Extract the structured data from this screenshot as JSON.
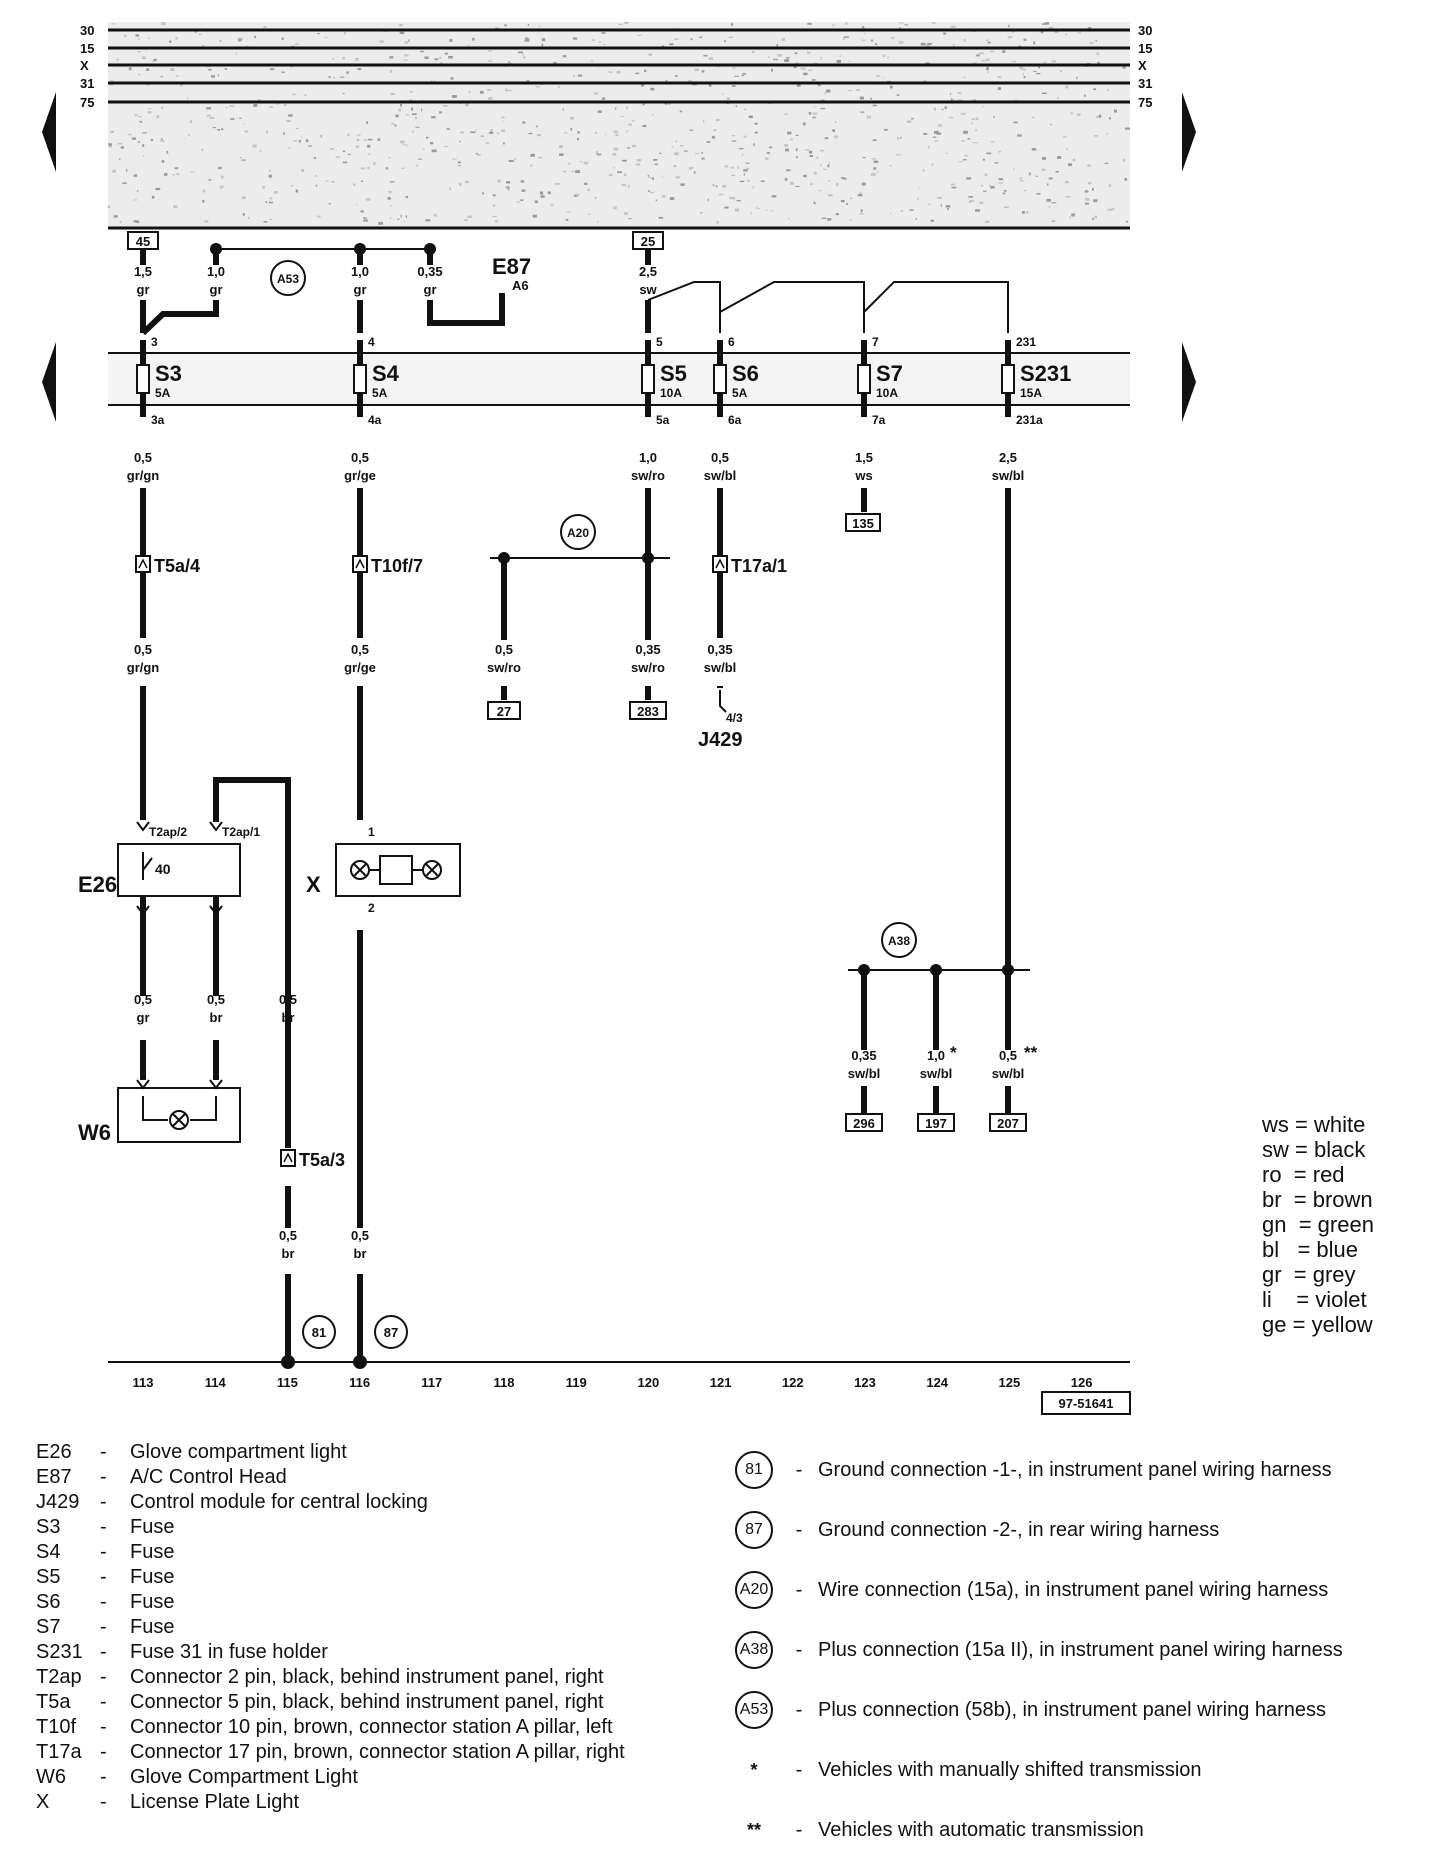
{
  "bus": {
    "left_labels": [
      "30",
      "15",
      "X",
      "31",
      "75"
    ],
    "right_labels": [
      "30",
      "15",
      "X",
      "31",
      "75"
    ]
  },
  "top_refs": [
    "45",
    "25"
  ],
  "fuses": [
    {
      "name": "S3",
      "amp": "5A",
      "in": "3",
      "out": "3a"
    },
    {
      "name": "S4",
      "amp": "5A",
      "in": "4",
      "out": "4a"
    },
    {
      "name": "S5",
      "amp": "10A",
      "in": "5",
      "out": "5a"
    },
    {
      "name": "S6",
      "amp": "5A",
      "in": "6",
      "out": "6a"
    },
    {
      "name": "S7",
      "amp": "10A",
      "in": "7",
      "out": "7a"
    },
    {
      "name": "S231",
      "amp": "15A",
      "in": "231",
      "out": "231a"
    }
  ],
  "top_wires": [
    {
      "size": "1,5",
      "color": "gr"
    },
    {
      "size": "1,0",
      "color": "gr"
    },
    {
      "size": "1,0",
      "color": "gr"
    },
    {
      "size": "0,35",
      "color": "gr"
    },
    {
      "size": "2,5",
      "color": "sw"
    }
  ],
  "e87": {
    "label": "E87",
    "pin": "A6"
  },
  "circles": {
    "a53": "A53",
    "a20": "A20",
    "a38": "A38",
    "g81": "81",
    "g87": "87"
  },
  "mid_wires": [
    {
      "size": "0,5",
      "color": "gr/gn"
    },
    {
      "size": "0,5",
      "color": "gr/ge"
    },
    {
      "size": "1,0",
      "color": "sw/ro"
    },
    {
      "size": "0,5",
      "color": "sw/bl"
    },
    {
      "size": "1,5",
      "color": "ws"
    },
    {
      "size": "2,5",
      "color": "sw/bl"
    }
  ],
  "ref_135": "135",
  "connectors": {
    "t5a4": "T5a/4",
    "t10f7": "T10f/7",
    "t17a1": "T17a/1",
    "t5a3": "T5a/3",
    "t2ap2": "T2ap/2",
    "t2ap1": "T2ap/1"
  },
  "lower_wires": [
    {
      "size": "0,5",
      "color": "gr/gn"
    },
    {
      "size": "0,5",
      "color": "gr/ge"
    },
    {
      "size": "0,5",
      "color": "sw/ro"
    },
    {
      "size": "0,35",
      "color": "sw/ro"
    },
    {
      "size": "0,35",
      "color": "sw/bl"
    }
  ],
  "refs_mid": [
    "27",
    "283"
  ],
  "j429": {
    "label": "J429",
    "pin": "4/3"
  },
  "components": {
    "e26": "E26",
    "x": "X",
    "w6": "W6",
    "x_pin1": "1",
    "x_pin2": "2"
  },
  "e26_wires": [
    {
      "size": "0,5",
      "color": "gr"
    },
    {
      "size": "0,5",
      "color": "br"
    },
    {
      "size": "0,5",
      "color": "br"
    }
  ],
  "ground_wires": [
    {
      "size": "0,5",
      "color": "br"
    },
    {
      "size": "0,5",
      "color": "br"
    }
  ],
  "a38_wires": [
    {
      "size": "0,35",
      "color": "sw/bl",
      "mark": ""
    },
    {
      "size": "1,0",
      "color": "sw/bl",
      "mark": "*"
    },
    {
      "size": "0,5",
      "color": "sw/bl",
      "mark": "**"
    }
  ],
  "refs_bottom": [
    "296",
    "197",
    "207"
  ],
  "columns": [
    "113",
    "114",
    "115",
    "116",
    "117",
    "118",
    "119",
    "120",
    "121",
    "122",
    "123",
    "124",
    "125",
    "126"
  ],
  "drawing_id": "97-51641",
  "color_key": [
    {
      "code": "ws",
      "meaning": "white"
    },
    {
      "code": "sw",
      "meaning": "black"
    },
    {
      "code": "ro",
      "meaning": "red"
    },
    {
      "code": "br",
      "meaning": "brown"
    },
    {
      "code": "gn",
      "meaning": "green"
    },
    {
      "code": "bl",
      "meaning": "blue"
    },
    {
      "code": "gr",
      "meaning": "grey"
    },
    {
      "code": "li",
      "meaning": "violet"
    },
    {
      "code": "ge",
      "meaning": "yellow"
    }
  ],
  "legend": [
    {
      "code": "E26",
      "desc": "Glove compartment light"
    },
    {
      "code": "E87",
      "desc": "A/C Control Head"
    },
    {
      "code": "J429",
      "desc": "Control module for central locking"
    },
    {
      "code": "S3",
      "desc": "Fuse"
    },
    {
      "code": "S4",
      "desc": "Fuse"
    },
    {
      "code": "S5",
      "desc": "Fuse"
    },
    {
      "code": "S6",
      "desc": "Fuse"
    },
    {
      "code": "S7",
      "desc": "Fuse"
    },
    {
      "code": "S231",
      "desc": "Fuse 31 in fuse holder"
    },
    {
      "code": "T2ap",
      "desc": "Connector 2 pin, black, behind instrument panel, right"
    },
    {
      "code": "T5a",
      "desc": "Connector 5 pin, black, behind instrument panel, right"
    },
    {
      "code": "T10f",
      "desc": "Connector 10 pin, brown, connector station A pillar, left"
    },
    {
      "code": "T17a",
      "desc": "Connector 17 pin, brown, connector station A pillar, right"
    },
    {
      "code": "W6",
      "desc": "Glove Compartment Light"
    },
    {
      "code": "X",
      "desc": "License Plate Light"
    }
  ],
  "notes": [
    {
      "sym": "81",
      "kind": "circle",
      "desc": "Ground connection -1-, in instrument panel wiring harness"
    },
    {
      "sym": "87",
      "kind": "circle",
      "desc": "Ground connection -2-, in rear wiring harness"
    },
    {
      "sym": "A20",
      "kind": "circle",
      "desc": "Wire connection (15a), in instrument panel wiring harness"
    },
    {
      "sym": "A38",
      "kind": "circle",
      "desc": "Plus connection (15a II), in instrument panel wiring harness"
    },
    {
      "sym": "A53",
      "kind": "circle",
      "desc": "Plus connection (58b), in instrument panel wiring harness"
    },
    {
      "sym": "*",
      "kind": "star",
      "desc": "Vehicles with manually shifted transmission"
    },
    {
      "sym": "**",
      "kind": "star",
      "desc": "Vehicles with automatic transmission"
    }
  ]
}
